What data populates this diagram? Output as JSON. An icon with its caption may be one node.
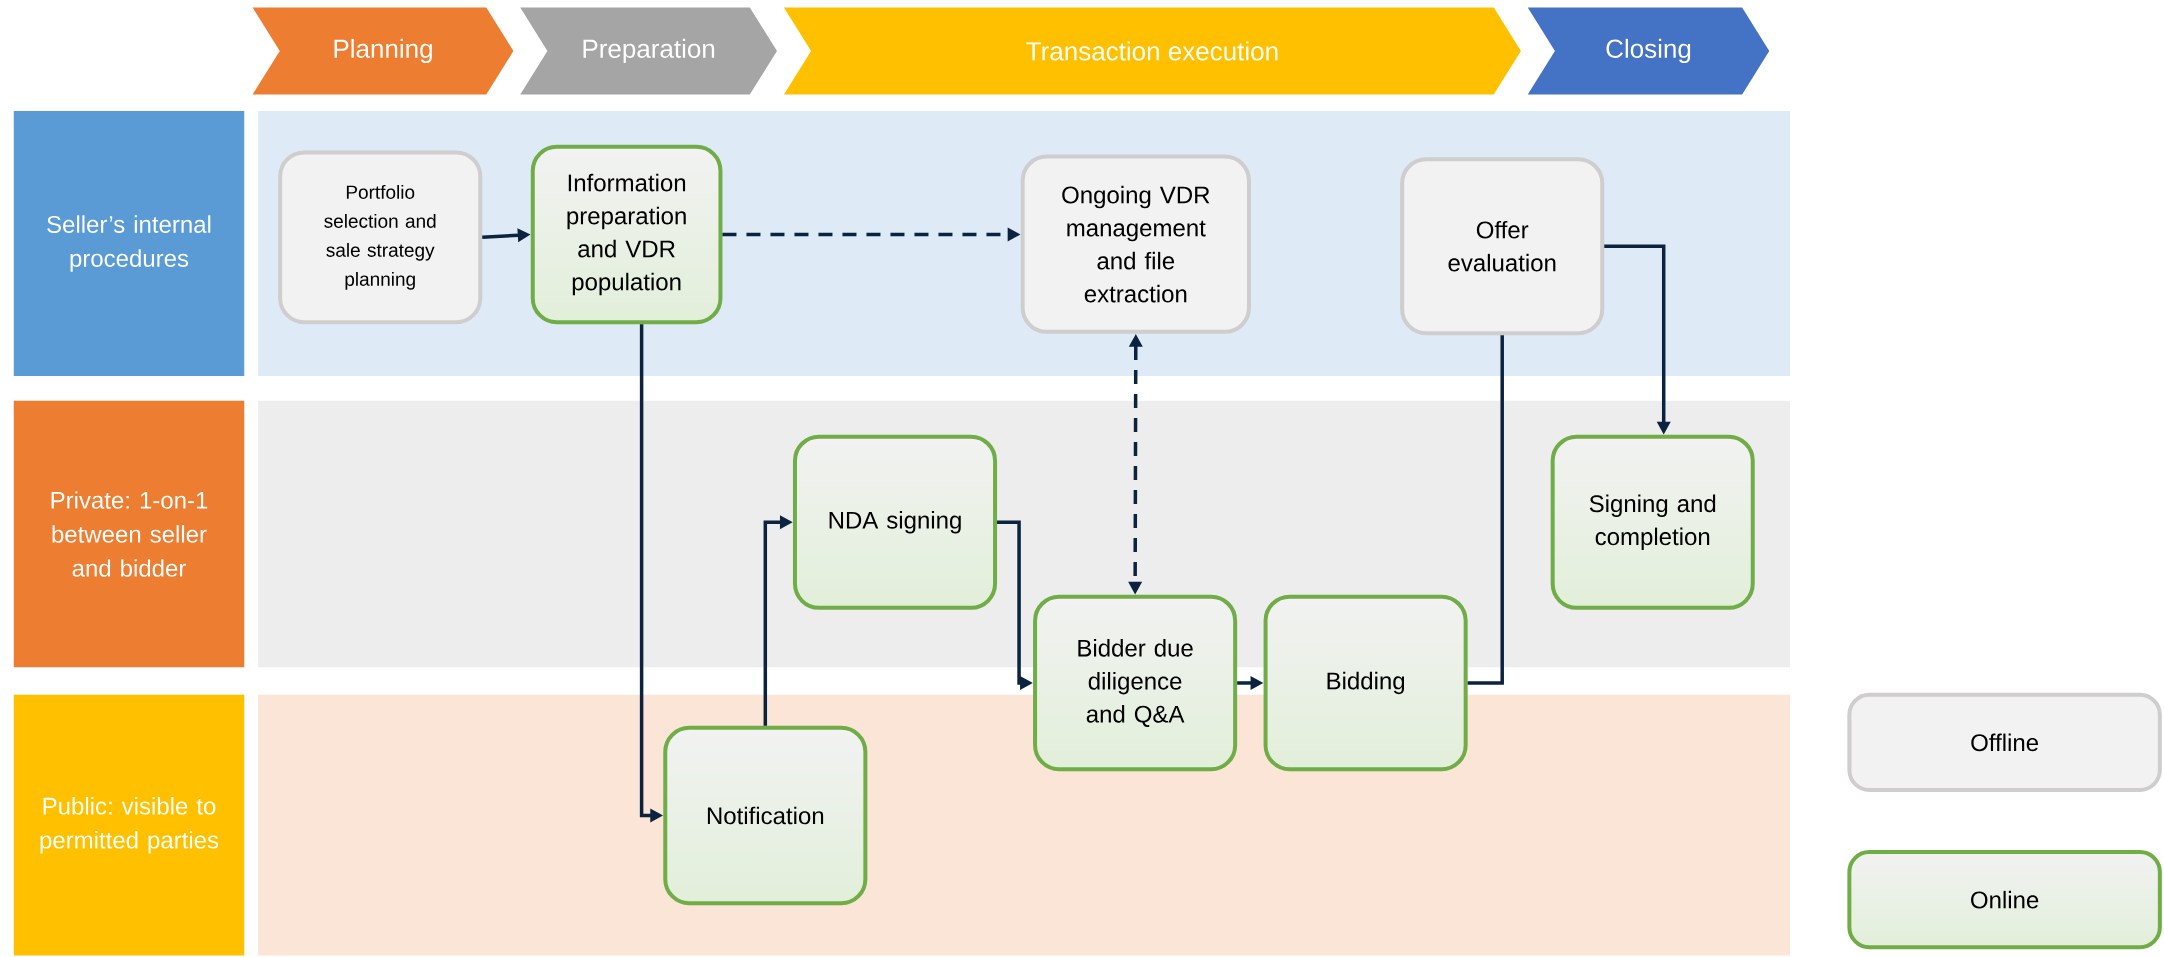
{
  "diagram": {
    "nodes": [
      {
        "text": [
          "Planning"
        ]
      },
      {
        "text": [
          "Preparation"
        ]
      },
      {
        "text": [
          "Transaction execution"
        ]
      },
      {
        "text": [
          "Closing"
        ]
      },
      {
        "text": [
          "Seller’s internal procedures"
        ]
      },
      {
        "text": [
          "Private: 1-on-1 between seller and bidder"
        ]
      },
      {
        "text": [
          "Public: visible to permitted parties"
        ]
      },
      {
        "text": [
          "Portfolio selection and sale strategy planning"
        ]
      },
      {
        "text": [
          "Information preparation and VDR population"
        ]
      },
      {
        "text": [
          "Ongoing VDR management and file extraction"
        ]
      },
      {
        "text": [
          "Offer evaluation"
        ]
      },
      {
        "text": [
          "NDA signing"
        ]
      },
      {
        "text": [
          "Signing and completion"
        ]
      },
      {
        "text": [
          "Bidder due diligence and Q&A"
        ]
      },
      {
        "text": [
          "Bidding"
        ]
      },
      {
        "text": [
          "Notification"
        ]
      }
    ],
    "edges": [
      {
        "from": 7,
        "to": 8,
        "arrow": "to"
      },
      {
        "from": 8,
        "to": 9,
        "arrow": "to",
        "style": "dashed"
      },
      {
        "from": 8,
        "to": 15,
        "arrow": "to"
      },
      {
        "from": 15,
        "to": 11,
        "arrow": "to"
      },
      {
        "from": 11,
        "to": 13,
        "arrow": "to"
      },
      {
        "from": 9,
        "to": 13,
        "arrow": "both",
        "style": "dashed"
      },
      {
        "from": 13,
        "to": 14,
        "arrow": "to"
      },
      {
        "from": 14,
        "to": 10,
        "arrow": "none"
      },
      {
        "from": 10,
        "to": 12,
        "arrow": "to"
      }
    ],
    "legend": [
      {
        "text": "Offline"
      },
      {
        "text": "Online"
      }
    ]
  }
}
